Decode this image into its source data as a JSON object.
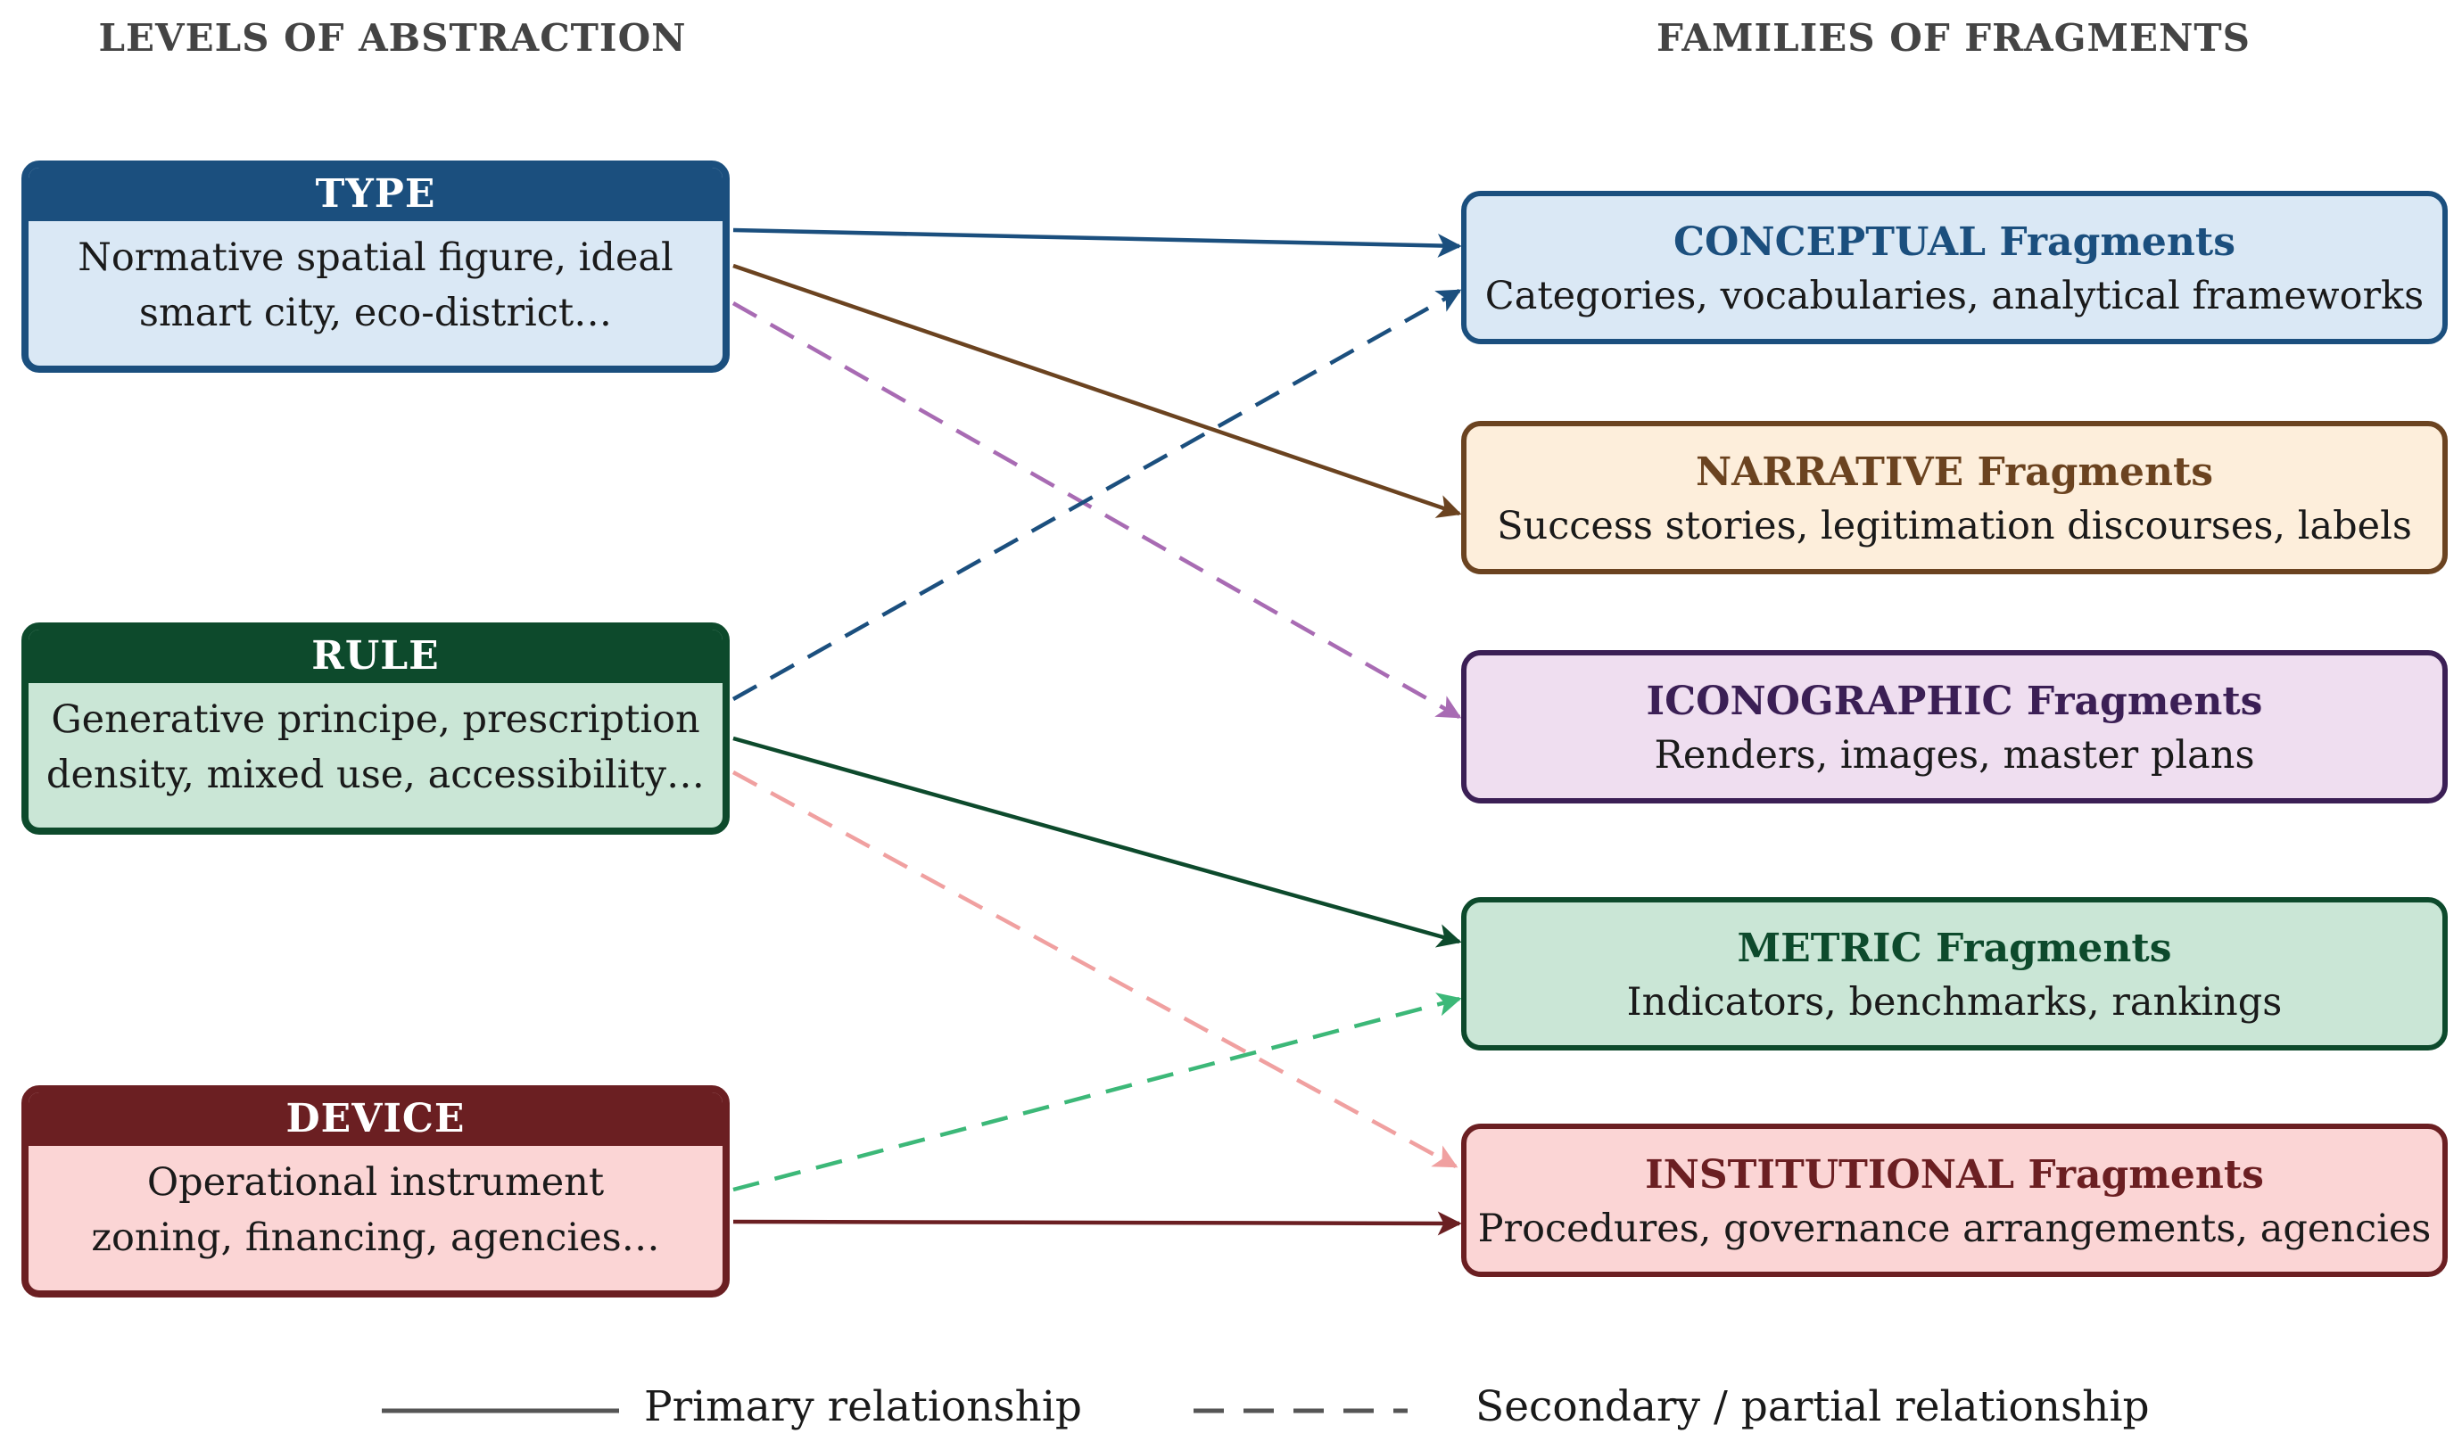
{
  "headings": {
    "left": "LEVELS OF ABSTRACTION",
    "right": "FAMILIES OF FRAGMENTS"
  },
  "levels": [
    {
      "key": "type",
      "title": "TYPE",
      "body": "Normative spatial figure, ideal\nsmart city, eco-district…",
      "color": "#1b4f7e",
      "fill": "#dae8f5"
    },
    {
      "key": "rule",
      "title": "RULE",
      "body": "Generative principe, prescription\ndensity, mixed use, accessibility…",
      "color": "#0d4a2c",
      "fill": "#cae6d6"
    },
    {
      "key": "device",
      "title": "DEVICE",
      "body": "Operational instrument\nzoning, financing, agencies…",
      "color": "#6b1f22",
      "fill": "#fbd5d5"
    }
  ],
  "fragments": [
    {
      "key": "conceptual",
      "title_main": "CONCEPTUAL",
      "title_suffix": "Fragments",
      "desc": "Categories, vocabularies, analytical frameworks",
      "color": "#1b4f7e",
      "fill": "#dae8f5"
    },
    {
      "key": "narrative",
      "title_main": "NARRATIVE",
      "title_suffix": "Fragments",
      "desc": "Success stories, legitimation discourses, labels",
      "color": "#6b4320",
      "fill": "#fdeedb"
    },
    {
      "key": "iconographic",
      "title_main": "ICONOGRAPHIC",
      "title_suffix": "Fragments",
      "desc": "Renders, images, master plans",
      "color": "#3b1f55",
      "fill": "#efdef0"
    },
    {
      "key": "metric",
      "title_main": "METRIC",
      "title_suffix": "Fragments",
      "desc": "Indicators, benchmarks, rankings",
      "color": "#0d4a2c",
      "fill": "#cae6d6"
    },
    {
      "key": "institutional",
      "title_main": "INSTITUTIONAL",
      "title_suffix": "Fragments",
      "desc": "Procedures, governance arrangements, agencies",
      "color": "#6b1f22",
      "fill": "#fbd5d5"
    }
  ],
  "connections": [
    {
      "from": "type",
      "to": "conceptual",
      "kind": "primary",
      "color": "#1b4f7e"
    },
    {
      "from": "type",
      "to": "narrative",
      "kind": "primary",
      "color": "#6b4320"
    },
    {
      "from": "type",
      "to": "iconographic",
      "kind": "secondary",
      "color": "#a86bb3"
    },
    {
      "from": "rule",
      "to": "conceptual",
      "kind": "secondary",
      "color": "#1b4f7e"
    },
    {
      "from": "rule",
      "to": "metric",
      "kind": "primary",
      "color": "#0d4a2c"
    },
    {
      "from": "rule",
      "to": "institutional",
      "kind": "secondary",
      "color": "#f0a0a0"
    },
    {
      "from": "device",
      "to": "metric",
      "kind": "secondary",
      "color": "#3cb878"
    },
    {
      "from": "device",
      "to": "institutional",
      "kind": "primary",
      "color": "#6b1f22"
    }
  ],
  "legend": {
    "primary_label": "Primary relationship",
    "secondary_label": "Secondary / partial relationship",
    "line_color": "#555555"
  }
}
